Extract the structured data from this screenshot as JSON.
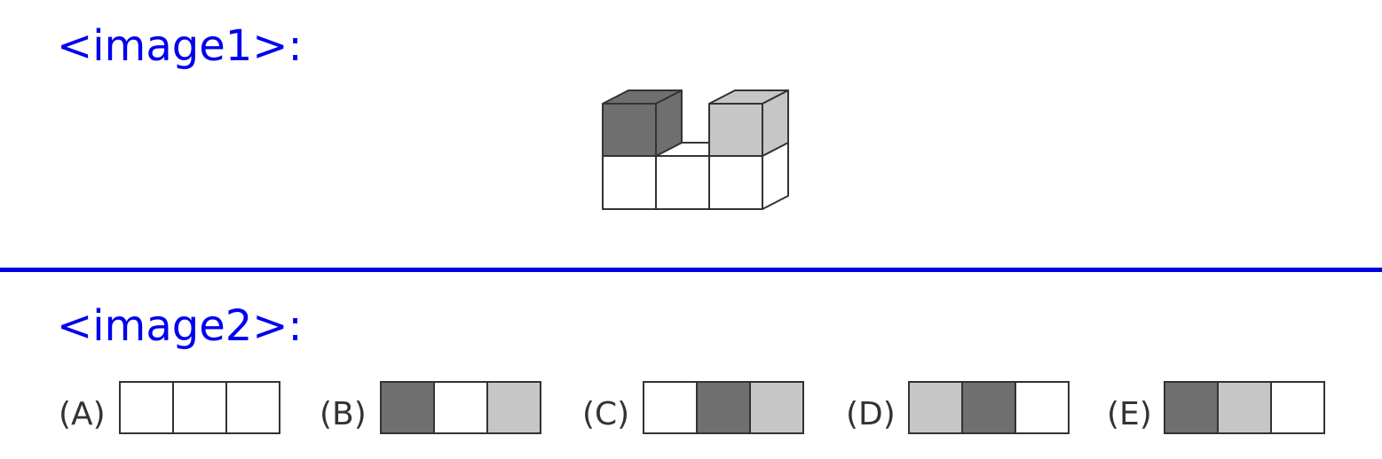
{
  "image1_label": "<image1>:",
  "image2_label": "<image2>:",
  "colors": {
    "label": "#0000ee",
    "dark": "#6f6f6f",
    "light": "#c6c6c6",
    "white": "#ffffff",
    "outline": "#333333"
  },
  "options": [
    {
      "label": "(A)",
      "cells": [
        "white",
        "white",
        "white"
      ]
    },
    {
      "label": "(B)",
      "cells": [
        "dark",
        "white",
        "light"
      ]
    },
    {
      "label": "(C)",
      "cells": [
        "white",
        "dark",
        "light"
      ]
    },
    {
      "label": "(D)",
      "cells": [
        "light",
        "dark",
        "white"
      ]
    },
    {
      "label": "(E)",
      "cells": [
        "dark",
        "light",
        "white"
      ]
    }
  ]
}
